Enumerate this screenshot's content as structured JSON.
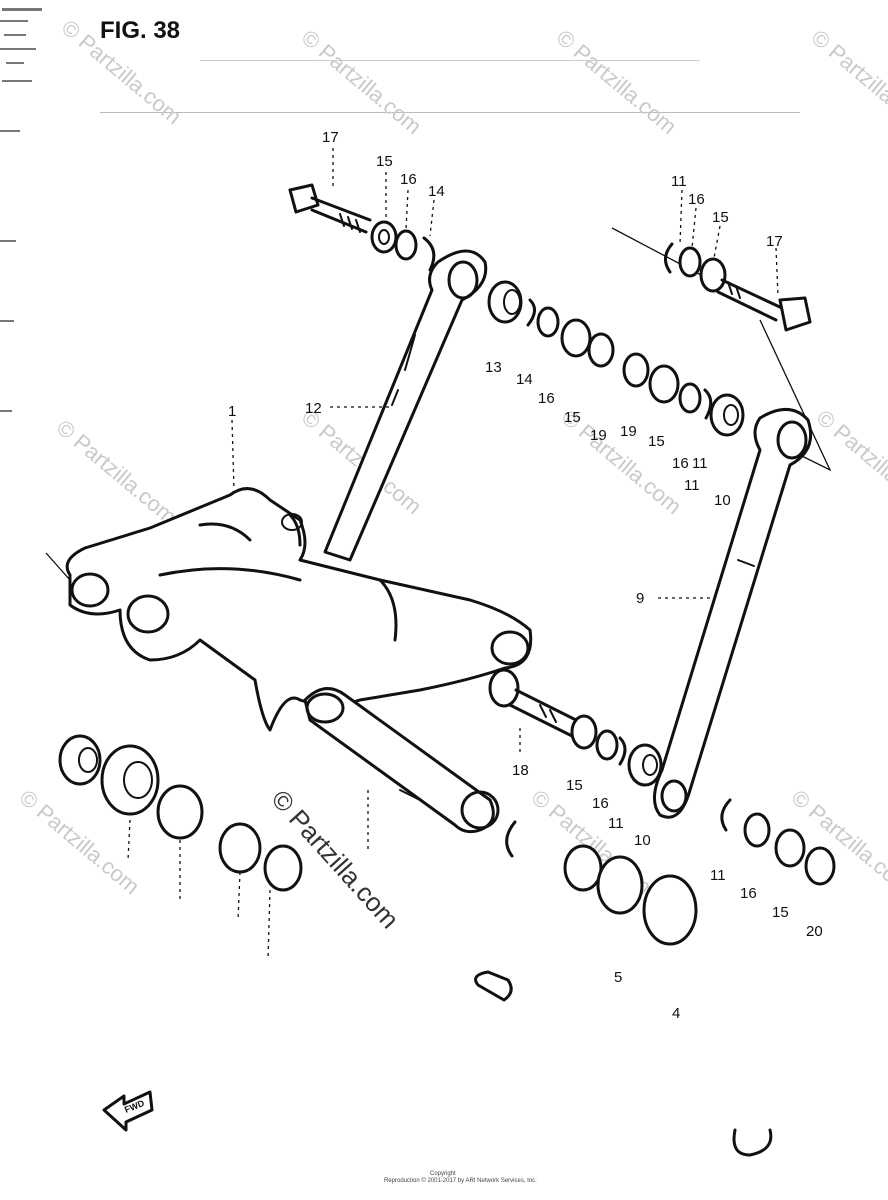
{
  "figure": {
    "title": "FIG. 38"
  },
  "watermarks": {
    "text": "© Partzilla.com"
  },
  "footer": {
    "line1": "Copyright",
    "line2": "Reproduction © 2001-2017 by ARI Network Services, Inc."
  },
  "fwd_arrow": {
    "label": "FWD"
  },
  "callouts": [
    {
      "id": "c17a",
      "text": "17"
    },
    {
      "id": "c15a",
      "text": "15"
    },
    {
      "id": "c16a",
      "text": "16"
    },
    {
      "id": "c14a",
      "text": "14"
    },
    {
      "id": "c11a",
      "text": "11"
    },
    {
      "id": "c16b",
      "text": "16"
    },
    {
      "id": "c15b",
      "text": "15"
    },
    {
      "id": "c17b",
      "text": "17"
    },
    {
      "id": "c13",
      "text": "13"
    },
    {
      "id": "c14b",
      "text": "14"
    },
    {
      "id": "c16c",
      "text": "16"
    },
    {
      "id": "c15c",
      "text": "15"
    },
    {
      "id": "c19a",
      "text": "19"
    },
    {
      "id": "c19b",
      "text": "19"
    },
    {
      "id": "c15d",
      "text": "15"
    },
    {
      "id": "c16d",
      "text": "16"
    },
    {
      "id": "c11b",
      "text": "11"
    },
    {
      "id": "c11c",
      "text": "11"
    },
    {
      "id": "c10a",
      "text": "10"
    },
    {
      "id": "c12",
      "text": "12"
    },
    {
      "id": "c1",
      "text": "1"
    },
    {
      "id": "c9",
      "text": "9"
    },
    {
      "id": "c18",
      "text": "18"
    },
    {
      "id": "c15e",
      "text": "15"
    },
    {
      "id": "c16e",
      "text": "16"
    },
    {
      "id": "c11d",
      "text": "11"
    },
    {
      "id": "c10b",
      "text": "10"
    },
    {
      "id": "c11e",
      "text": "11"
    },
    {
      "id": "c16f",
      "text": "16"
    },
    {
      "id": "c15f",
      "text": "15"
    },
    {
      "id": "c20",
      "text": "20"
    },
    {
      "id": "c5",
      "text": "5"
    },
    {
      "id": "c4",
      "text": "4"
    }
  ]
}
